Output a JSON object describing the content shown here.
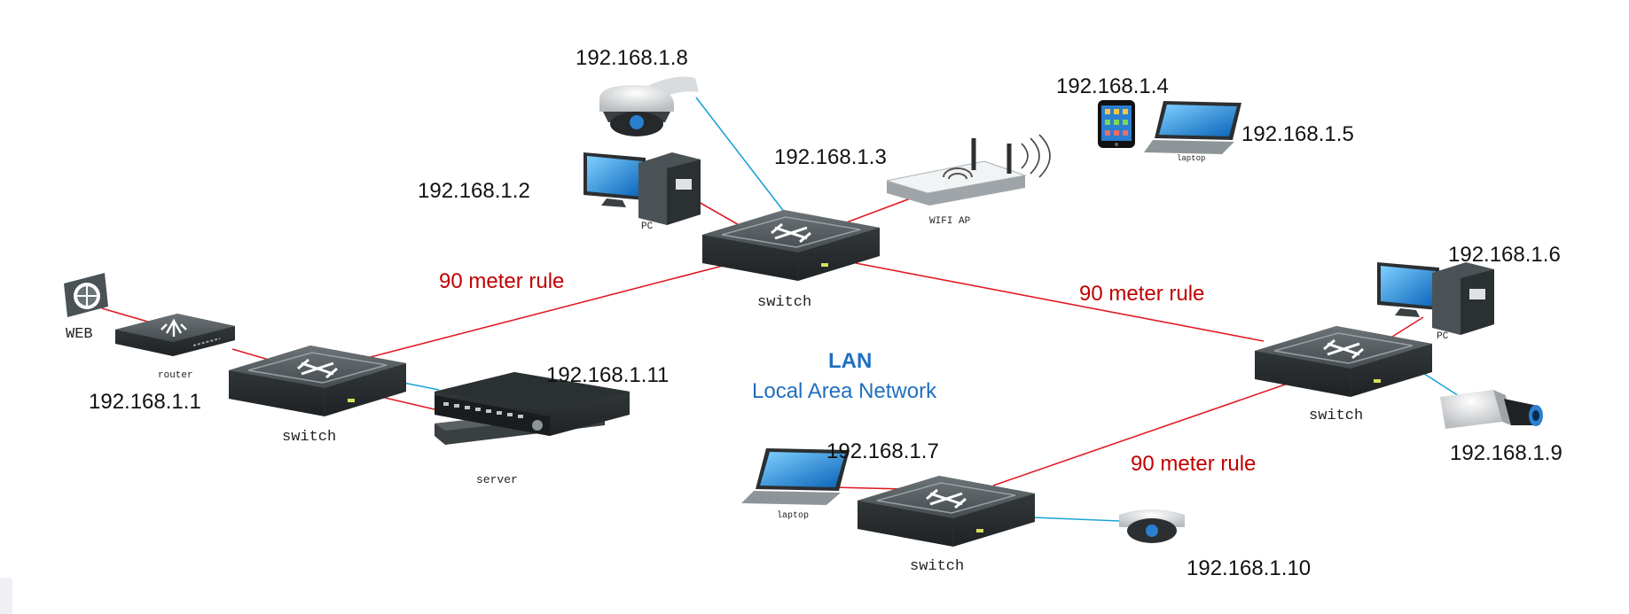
{
  "diagram": {
    "center": {
      "title": "LAN",
      "subtitle": "Local Area Network"
    },
    "rule_label": "90 meter rule",
    "ips": {
      "r1": "192.168.1.1",
      "pc2": "192.168.1.2",
      "sw3": "192.168.1.3",
      "ph4": "192.168.1.4",
      "lt5": "192.168.1.5",
      "pc6": "192.168.1.6",
      "lt7": "192.168.1.7",
      "cam8": "192.168.1.8",
      "cam9": "192.168.1.9",
      "dome10": "192.168.1.10",
      "srv11": "192.168.1.11"
    },
    "labels": {
      "web": "WEB",
      "router": "router",
      "switch": "switch",
      "server": "server",
      "pc": "PC",
      "laptop": "laptop",
      "wifi_ap": "WIFI AP"
    },
    "colors": {
      "ethernet": "#e01b24",
      "camera_link": "#1ba3d6",
      "lan_text": "#1f6fc0",
      "rule_text": "#c00000"
    }
  }
}
